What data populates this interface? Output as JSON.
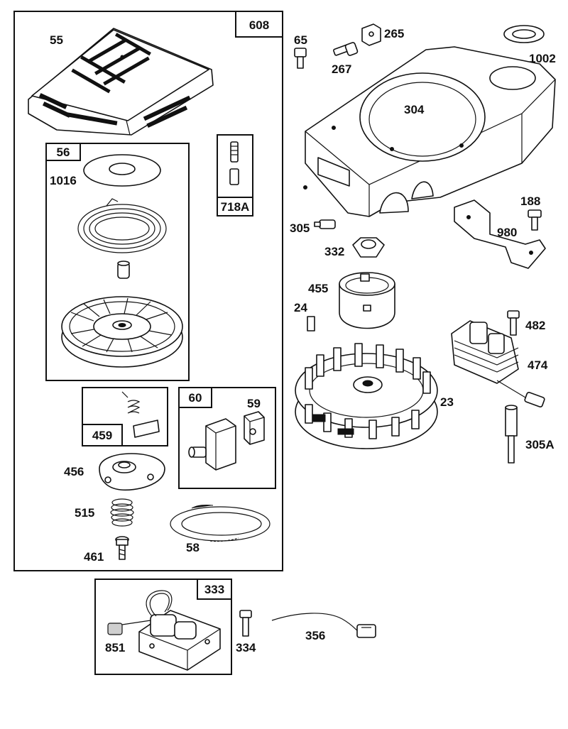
{
  "labels": {
    "p608": "608",
    "p55": "55",
    "p56": "56",
    "p1016": "1016",
    "p718A": "718A",
    "p459": "459",
    "p60": "60",
    "p59": "59",
    "p456": "456",
    "p515": "515",
    "p461": "461",
    "p58": "58",
    "p65": "65",
    "p267": "267",
    "p265": "265",
    "p1002": "1002",
    "p304": "304",
    "p305": "305",
    "p332": "332",
    "p188": "188",
    "p980": "980",
    "p455": "455",
    "p24": "24",
    "p482": "482",
    "p474": "474",
    "p23": "23",
    "p305A": "305A",
    "p333": "333",
    "p851": "851",
    "p334": "334",
    "p356": "356"
  }
}
